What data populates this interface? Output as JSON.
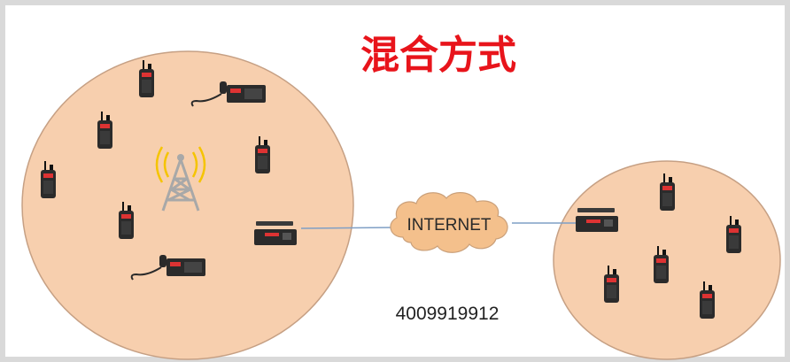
{
  "title": "混合方式",
  "cloud_label": "INTERNET",
  "phone_number": "4009919912",
  "colors": {
    "title": "#e8141b",
    "site_fill": "#f7cfae",
    "site_stroke": "#c6a084",
    "cloud_fill": "#f4c08c",
    "cloud_stroke": "#caa07a",
    "link_line": "#7f9fc5",
    "tower": "#a8a8a8",
    "signal": "#f5c400",
    "radio_body": "#2b2b2b"
  },
  "icons": {
    "handheld_radio": "walkie-talkie-icon",
    "mobile_radio": "mobile-radio-icon",
    "repeater": "repeater-icon",
    "tower": "radio-tower-icon",
    "cloud": "internet-cloud-icon"
  }
}
